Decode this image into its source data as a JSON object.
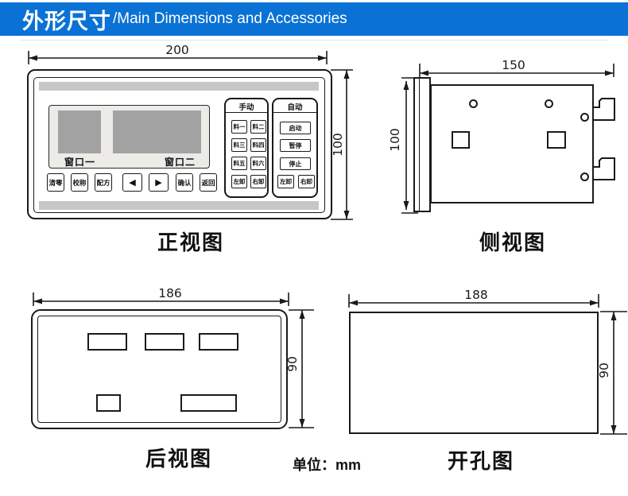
{
  "header": {
    "title_cn": "外形尺寸",
    "title_en": "/Main Dimensions and Accessories",
    "accent_color": "#0a72d4"
  },
  "unit_note": "单位：mm",
  "front": {
    "label": "正视图",
    "dim_width": "200",
    "dim_height": "100",
    "window1": "窗口一",
    "window2": "窗口二",
    "keys": [
      "清零",
      "校称",
      "配方",
      "◀",
      "▶",
      "确认",
      "返回"
    ],
    "manual": {
      "title": "手动",
      "keys": [
        "料一",
        "料二",
        "料三",
        "料四",
        "料五",
        "料六",
        "左卸",
        "右卸"
      ]
    },
    "auto": {
      "title": "自动",
      "keys": [
        "启动",
        "暂停",
        "停止"
      ],
      "keys2": [
        "左卸",
        "右卸"
      ]
    }
  },
  "side": {
    "label": "侧视图",
    "dim_width": "150",
    "dim_height": "100"
  },
  "rear": {
    "label": "后视图",
    "dim_width": "186",
    "dim_height": "90"
  },
  "cutout": {
    "label": "开孔图",
    "dim_width": "188",
    "dim_height": "90"
  }
}
